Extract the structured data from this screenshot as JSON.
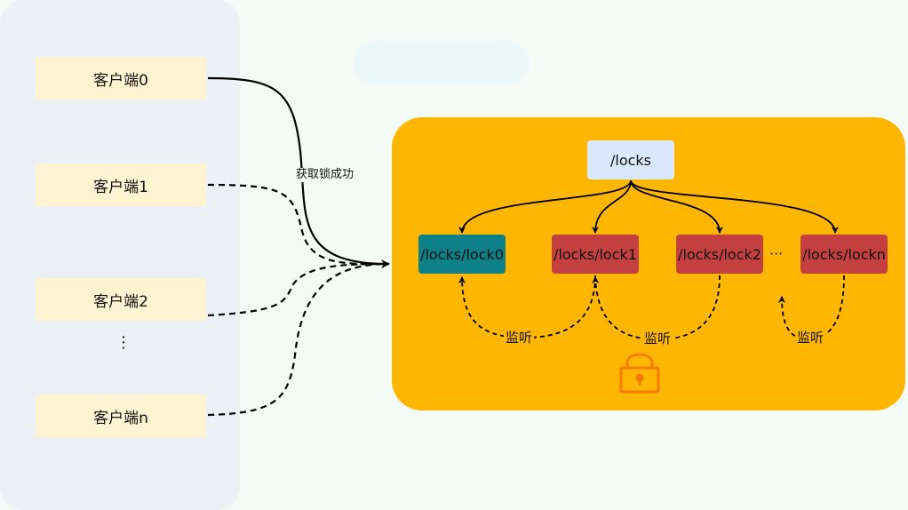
{
  "clients": {
    "items": [
      {
        "label": "客户端0"
      },
      {
        "label": "客户端1"
      },
      {
        "label": "客户端2"
      },
      {
        "label": "客户端n"
      }
    ],
    "ellipsis": "⋮"
  },
  "edge_labels": {
    "acquire_success": "获取锁成功",
    "watch": "监听"
  },
  "zookeeper": {
    "root": "/locks",
    "locks": [
      {
        "label": "/locks/lock0",
        "color": "#0e8088"
      },
      {
        "label": "/locks/lock1",
        "color": "#c44040"
      },
      {
        "label": "/locks/lock2",
        "color": "#c44040"
      },
      {
        "label": "/locks/lockn",
        "color": "#c44040"
      }
    ],
    "ellipsis": "···",
    "icon": "padlock-icon"
  },
  "colors": {
    "client_panel": "#ebf1f4",
    "client_box": "#fff3d1",
    "zk_panel": "#ffb600",
    "root_node": "#dae8fc",
    "padlock": "#f57c00"
  }
}
